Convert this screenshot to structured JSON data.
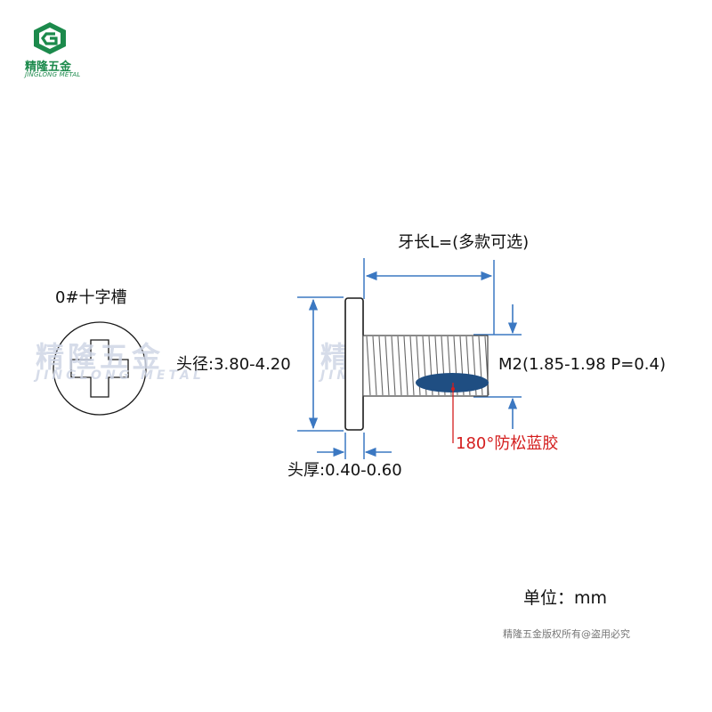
{
  "logo": {
    "cn": "精隆五金",
    "en": "JINGLONG METAL",
    "color": "#1c8a4c"
  },
  "watermark": {
    "cn": "精隆五金",
    "en": "JINGLONG METAL"
  },
  "labels": {
    "slot": "0#十字槽",
    "thread_length": "牙长L=(多款可选)",
    "head_diameter": "头径:3.80-4.20",
    "thread_spec": "M2(1.85-1.98 P=0.4)",
    "head_thickness": "头厚:0.40-0.60",
    "patch": "180°防松蓝胶",
    "unit": "单位：mm",
    "copyright": "精隆五金版权所有@盗用必究"
  },
  "colors": {
    "dimension_line": "#3b78c2",
    "patch": "#1f4e82",
    "patch_leader": "#d41e1e",
    "outline": "#1a1a1a"
  }
}
